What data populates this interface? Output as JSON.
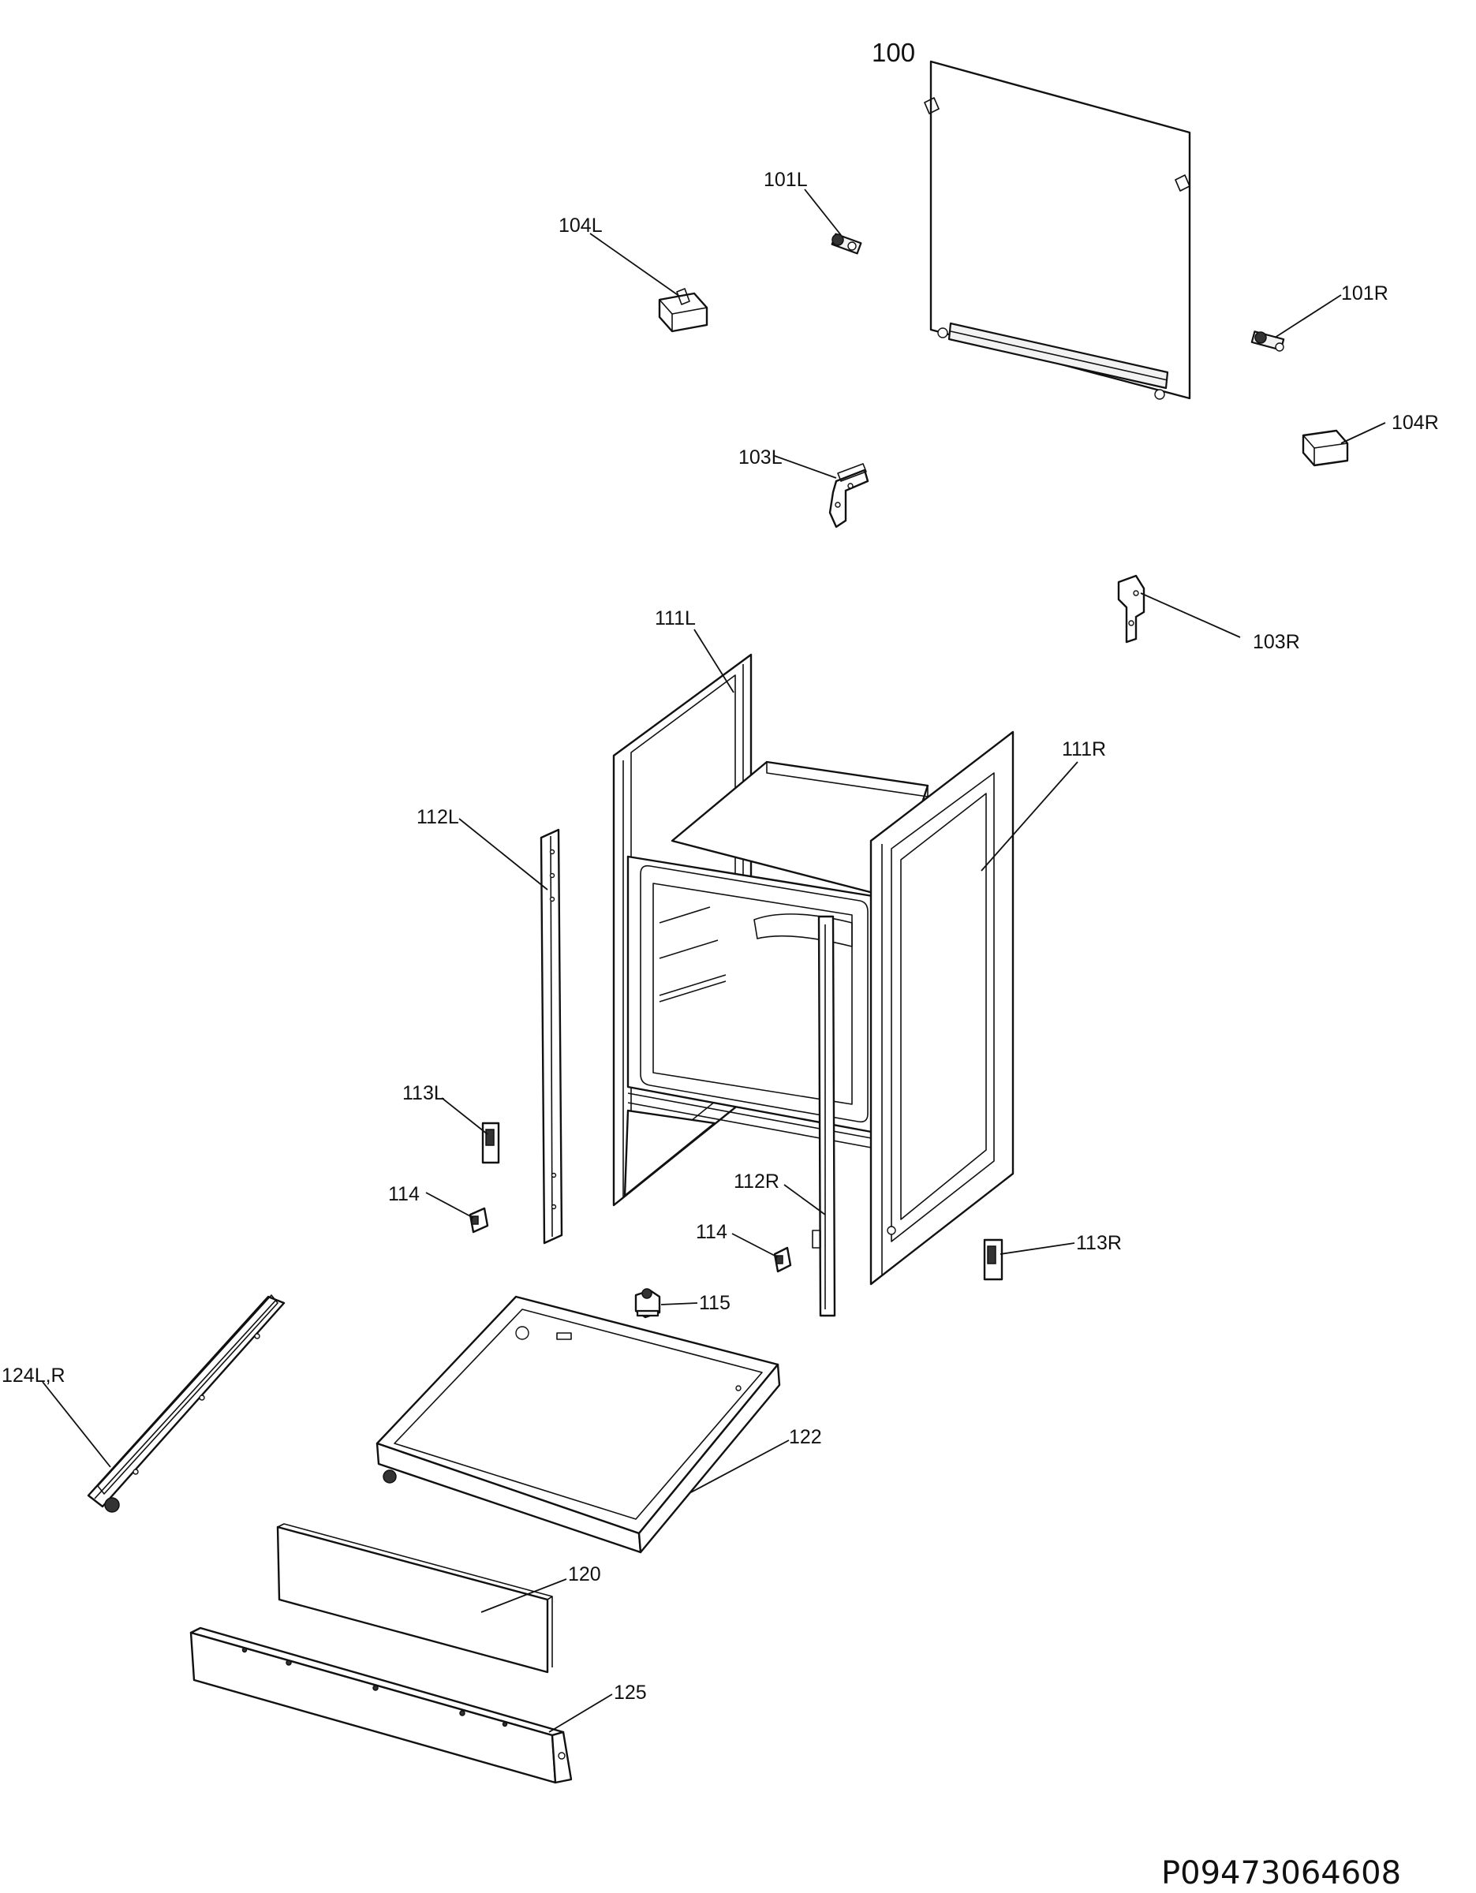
{
  "callouts": {
    "c100": "100",
    "c101L": "101L",
    "c101R": "101R",
    "c103L": "103L",
    "c103R": "103R",
    "c104L": "104L",
    "c104R": "104R",
    "c111L": "111L",
    "c111R": "111R",
    "c112L": "112L",
    "c112R": "112R",
    "c113L": "113L",
    "c113R": "113R",
    "c114a": "114",
    "c114b": "114",
    "c115": "115",
    "c120": "120",
    "c122": "122",
    "c124": "124L,R",
    "c125": "125"
  },
  "document_id": "P09473064608"
}
